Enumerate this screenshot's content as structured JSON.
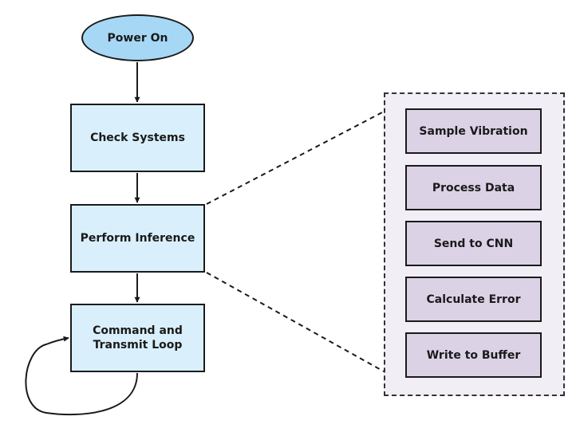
{
  "diagram": {
    "start": {
      "label": "Power On"
    },
    "steps": [
      {
        "label": "Check Systems"
      },
      {
        "label": "Perform Inference"
      },
      {
        "label": "Command and\nTransmit Loop"
      }
    ],
    "detail": {
      "items": [
        {
          "label": "Sample Vibration"
        },
        {
          "label": "Process Data"
        },
        {
          "label": "Send to CNN"
        },
        {
          "label": "Calculate Error"
        },
        {
          "label": "Write to Buffer"
        }
      ]
    },
    "colors": {
      "start_fill": "#a6d8f6",
      "process_fill": "#d9f0fc",
      "detail_panel_fill": "#f1eef6",
      "detail_item_fill": "#dcd2e6",
      "stroke": "#1a1a1a"
    }
  }
}
